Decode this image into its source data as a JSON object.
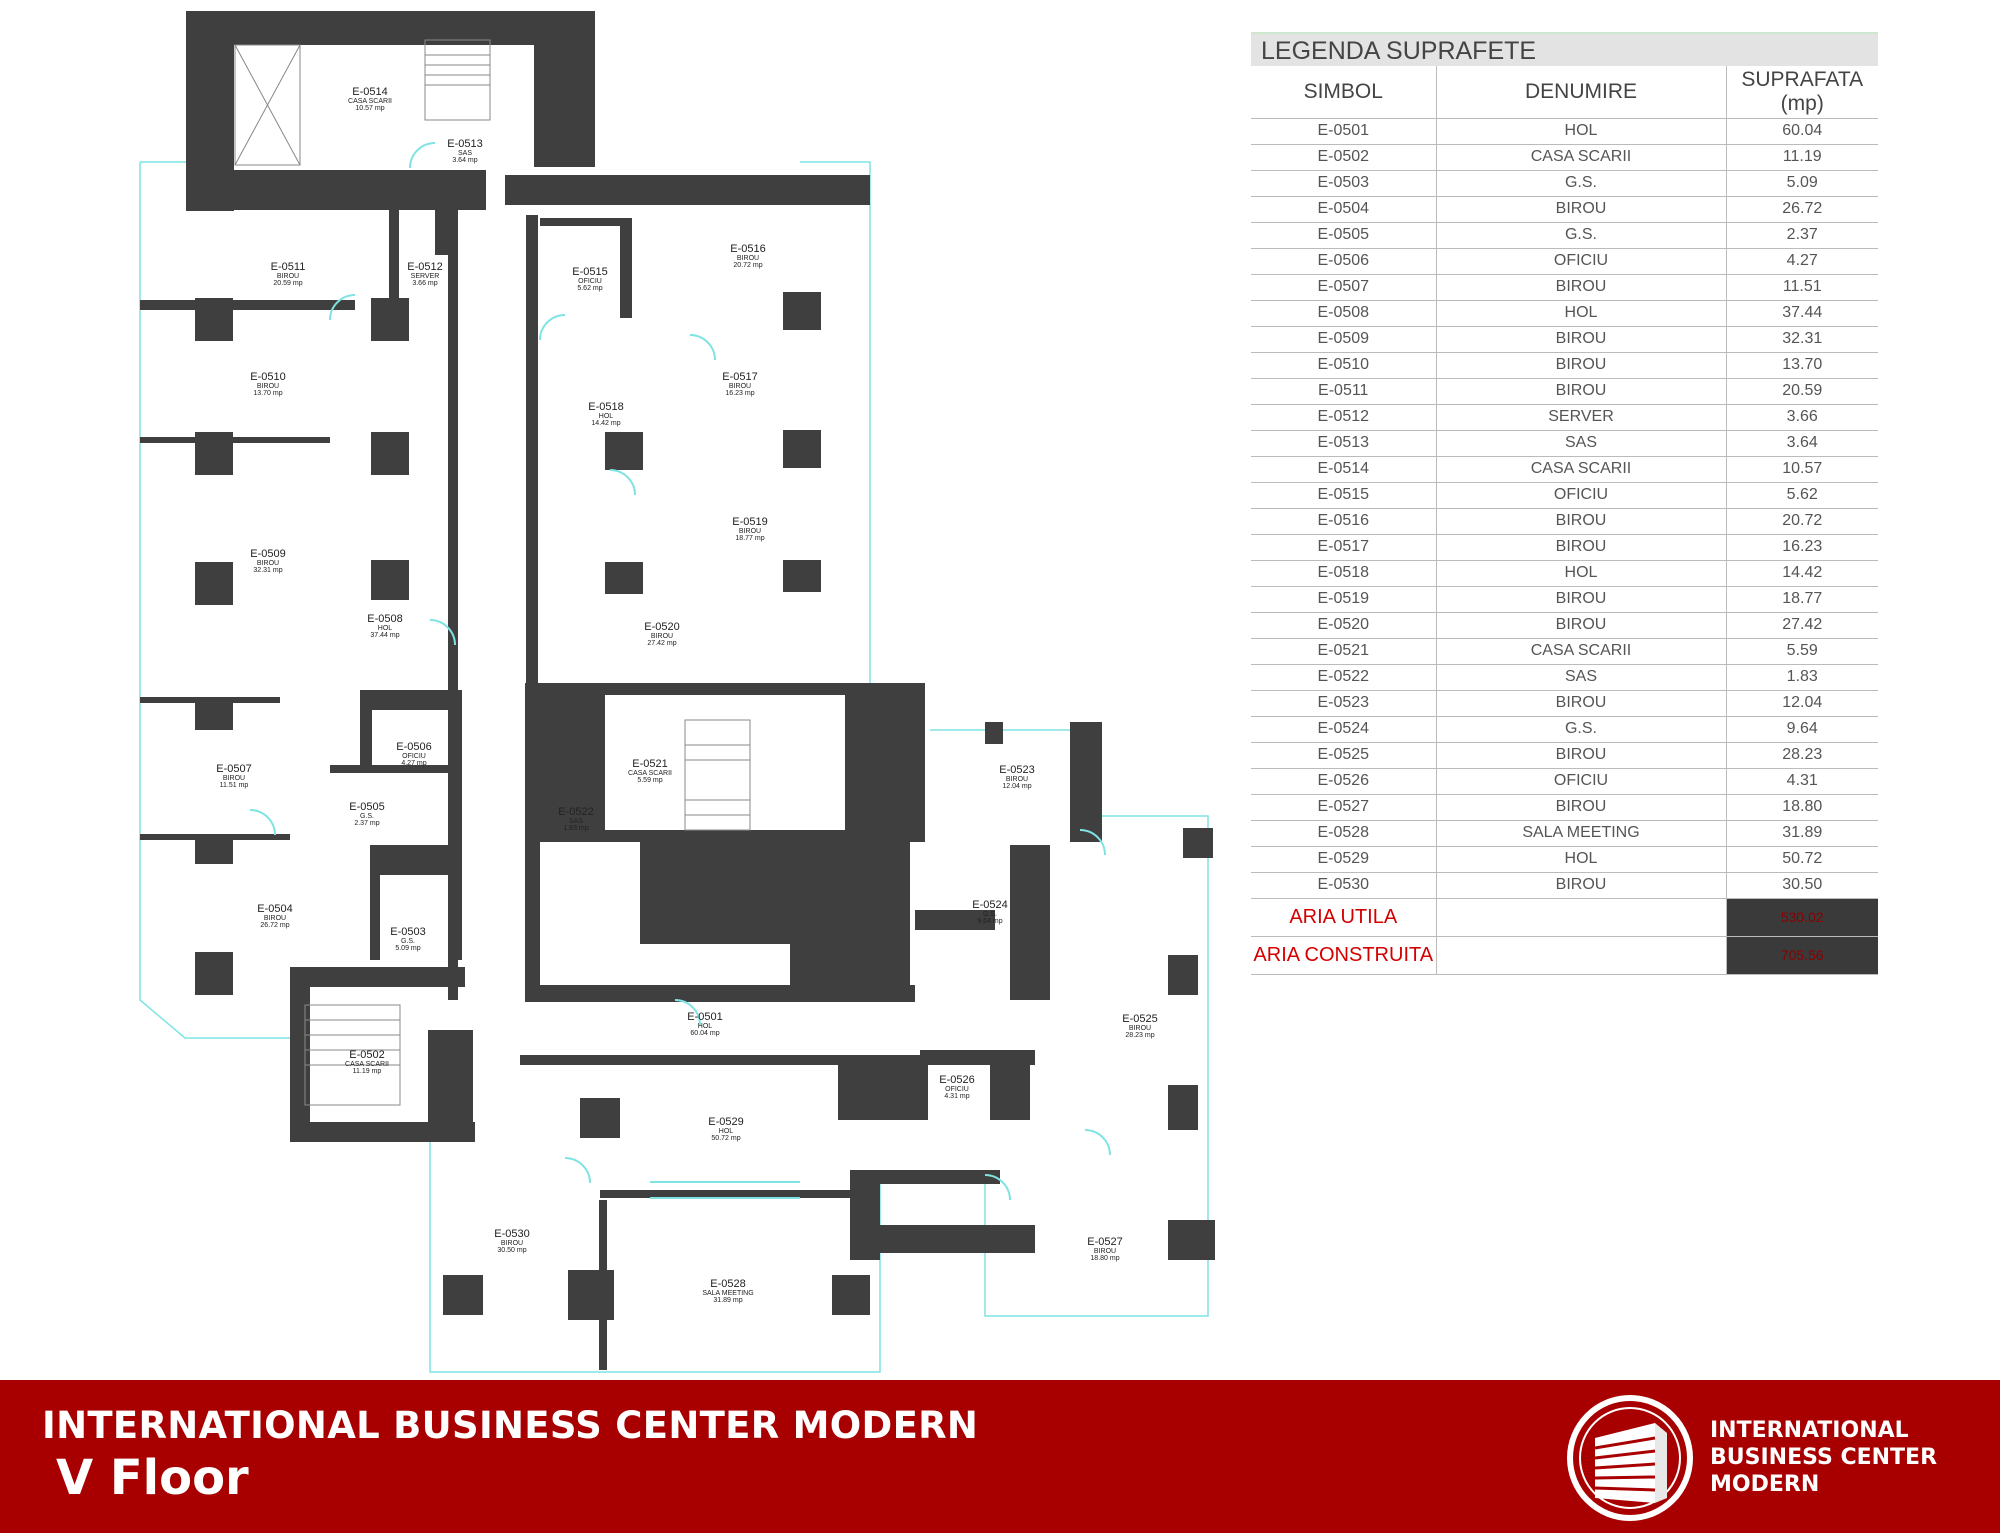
{
  "rooms": [
    {
      "id": "E-0514",
      "name": "CASA SCARII",
      "area": "10.57 mp"
    },
    {
      "id": "E-0513",
      "name": "SAS",
      "area": "3.64 mp"
    },
    {
      "id": "E-0511",
      "name": "BIROU",
      "area": "20.59 mp"
    },
    {
      "id": "E-0512",
      "name": "SERVER",
      "area": "3.66 mp"
    },
    {
      "id": "E-0515",
      "name": "OFICIU",
      "area": "5.62 mp"
    },
    {
      "id": "E-0516",
      "name": "BIROU",
      "area": "20.72 mp"
    },
    {
      "id": "E-0510",
      "name": "BIROU",
      "area": "13.70 mp"
    },
    {
      "id": "E-0517",
      "name": "BIROU",
      "area": "16.23 mp"
    },
    {
      "id": "E-0518",
      "name": "HOL",
      "area": "14.42 mp"
    },
    {
      "id": "E-0519",
      "name": "BIROU",
      "area": "18.77 mp"
    },
    {
      "id": "E-0509",
      "name": "BIROU",
      "area": "32.31 mp"
    },
    {
      "id": "E-0508",
      "name": "HOL",
      "area": "37.44 mp"
    },
    {
      "id": "E-0520",
      "name": "BIROU",
      "area": "27.42 mp"
    },
    {
      "id": "E-0506",
      "name": "OFICIU",
      "area": "4.27 mp"
    },
    {
      "id": "E-0507",
      "name": "BIROU",
      "area": "11.51 mp"
    },
    {
      "id": "E-0521",
      "name": "CASA SCARII",
      "area": "5.59 mp"
    },
    {
      "id": "E-0523",
      "name": "BIROU",
      "area": "12.04 mp"
    },
    {
      "id": "E-0505",
      "name": "G.S.",
      "area": "2.37 mp"
    },
    {
      "id": "E-0522",
      "name": "SAS",
      "area": "1.83 mp"
    },
    {
      "id": "E-0524",
      "name": "G.S.",
      "area": "9.64 mp"
    },
    {
      "id": "E-0504",
      "name": "BIROU",
      "area": "26.72 mp"
    },
    {
      "id": "E-0503",
      "name": "G.S.",
      "area": "5.09 mp"
    },
    {
      "id": "E-0501",
      "name": "HOL",
      "area": "60.04 mp"
    },
    {
      "id": "E-0525",
      "name": "BIROU",
      "area": "28.23 mp"
    },
    {
      "id": "E-0502",
      "name": "CASA SCARII",
      "area": "11.19 mp"
    },
    {
      "id": "E-0526",
      "name": "OFICIU",
      "area": "4.31 mp"
    },
    {
      "id": "E-0529",
      "name": "HOL",
      "area": "50.72 mp"
    },
    {
      "id": "E-0530",
      "name": "BIROU",
      "area": "30.50 mp"
    },
    {
      "id": "E-0527",
      "name": "BIROU",
      "area": "18.80 mp"
    },
    {
      "id": "E-0528",
      "name": "SALA MEETING",
      "area": "31.89 mp"
    }
  ],
  "legend": {
    "title": "LEGENDA SUPRAFETE",
    "headers": [
      "SIMBOL",
      "DENUMIRE",
      "SUPRAFATA (mp)"
    ],
    "rows": [
      [
        "E-0501",
        "HOL",
        "60.04"
      ],
      [
        "E-0502",
        "CASA SCARII",
        "11.19"
      ],
      [
        "E-0503",
        "G.S.",
        "5.09"
      ],
      [
        "E-0504",
        "BIROU",
        "26.72"
      ],
      [
        "E-0505",
        "G.S.",
        "2.37"
      ],
      [
        "E-0506",
        "OFICIU",
        "4.27"
      ],
      [
        "E-0507",
        "BIROU",
        "11.51"
      ],
      [
        "E-0508",
        "HOL",
        "37.44"
      ],
      [
        "E-0509",
        "BIROU",
        "32.31"
      ],
      [
        "E-0510",
        "BIROU",
        "13.70"
      ],
      [
        "E-0511",
        "BIROU",
        "20.59"
      ],
      [
        "E-0512",
        "SERVER",
        "3.66"
      ],
      [
        "E-0513",
        "SAS",
        "3.64"
      ],
      [
        "E-0514",
        "CASA SCARII",
        "10.57"
      ],
      [
        "E-0515",
        "OFICIU",
        "5.62"
      ],
      [
        "E-0516",
        "BIROU",
        "20.72"
      ],
      [
        "E-0517",
        "BIROU",
        "16.23"
      ],
      [
        "E-0518",
        "HOL",
        "14.42"
      ],
      [
        "E-0519",
        "BIROU",
        "18.77"
      ],
      [
        "E-0520",
        "BIROU",
        "27.42"
      ],
      [
        "E-0521",
        "CASA SCARII",
        "5.59"
      ],
      [
        "E-0522",
        "SAS",
        "1.83"
      ],
      [
        "E-0523",
        "BIROU",
        "12.04"
      ],
      [
        "E-0524",
        "G.S.",
        "9.64"
      ],
      [
        "E-0525",
        "BIROU",
        "28.23"
      ],
      [
        "E-0526",
        "OFICIU",
        "4.31"
      ],
      [
        "E-0527",
        "BIROU",
        "18.80"
      ],
      [
        "E-0528",
        "SALA MEETING",
        "31.89"
      ],
      [
        "E-0529",
        "HOL",
        "50.72"
      ],
      [
        "E-0530",
        "BIROU",
        "30.50"
      ]
    ],
    "totals": [
      {
        "label": "ARIA UTILA",
        "value": "530.02"
      },
      {
        "label": "ARIA CONSTRUITA",
        "value": "705.56"
      }
    ]
  },
  "footer": {
    "title": "INTERNATIONAL BUSINESS CENTER MODERN",
    "floor": "V Floor",
    "logo_lines": [
      "INTERNATIONAL",
      "BUSINESS CENTER",
      "MODERN"
    ]
  },
  "colors": {
    "wall": "#3f3f3f",
    "glazing": "#7fe3e3",
    "footer_bg": "#a80000",
    "total_text": "#d40000"
  }
}
